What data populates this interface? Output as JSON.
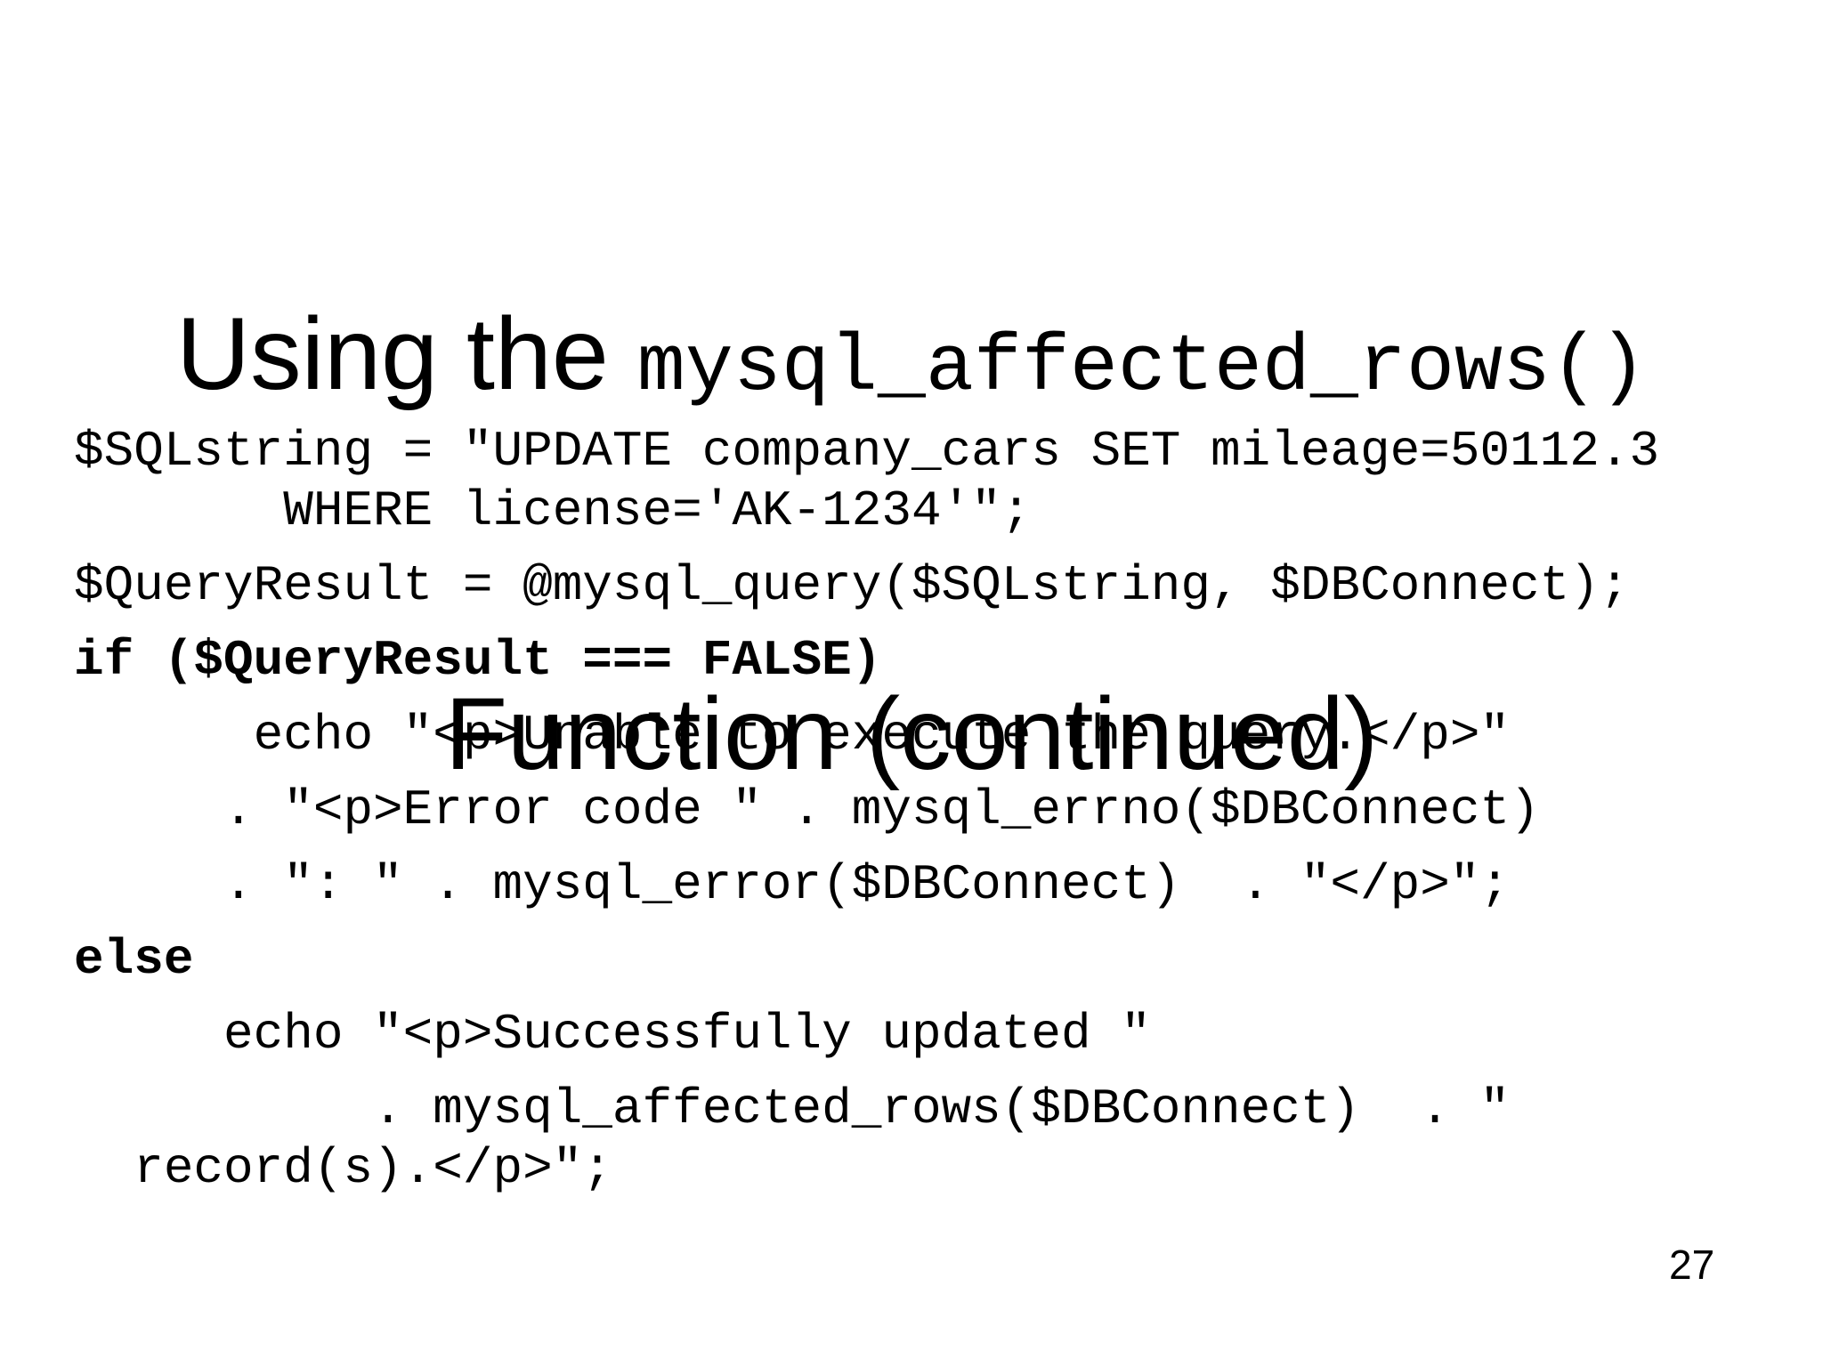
{
  "slide": {
    "title": {
      "line1_sans": "Using the ",
      "line1_mono": "mysql_affected_rows()",
      "line2": "Function (continued)"
    },
    "code": {
      "lines": [
        {
          "text": "$SQLstring = \"UPDATE company_cars SET mileage=50112.3",
          "bold": false,
          "cont": false
        },
        {
          "text": "       WHERE license='AK-1234'\";",
          "bold": false,
          "cont": true
        },
        {
          "text": "$QueryResult = @mysql_query($SQLstring, $DBConnect);",
          "bold": false,
          "cont": false
        },
        {
          "text": "if ($QueryResult === FALSE)",
          "bold": true,
          "cont": false
        },
        {
          "text": "      echo \"<p>Unable to execute the query.</p>\"",
          "bold": false,
          "cont": false
        },
        {
          "text": "     . \"<p>Error code \" . mysql_errno($DBConnect)",
          "bold": false,
          "cont": false
        },
        {
          "text": "     . \": \" . mysql_error($DBConnect)  . \"</p>\";",
          "bold": false,
          "cont": false
        },
        {
          "text": "else",
          "bold": true,
          "cont": false
        },
        {
          "text": "     echo \"<p>Successfully updated \"",
          "bold": false,
          "cont": false
        },
        {
          "text": "          . mysql_affected_rows($DBConnect)  . \"",
          "bold": false,
          "cont": false
        },
        {
          "text": "  record(s).</p>\";",
          "bold": false,
          "cont": true
        }
      ]
    },
    "page_number": "27"
  }
}
